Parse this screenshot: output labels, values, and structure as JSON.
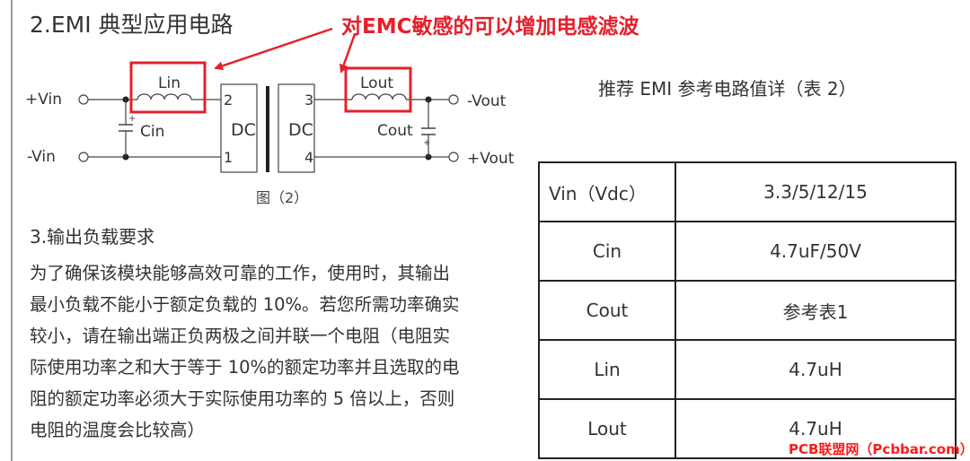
{
  "section_title": "2.EMI 典型应用电路",
  "annotation": "对EMC敏感的可以增加电感滤波",
  "colors": {
    "annotation": "#e5202b",
    "watermark": "#ff1a1a",
    "text": "#333333"
  },
  "circuit": {
    "vin_plus": "+Vin",
    "vin_minus": "-Vin",
    "lin": "Lin",
    "cin": "Cin",
    "dc_left": "DC",
    "dc_right": "DC",
    "pin2": "2",
    "pin1": "1",
    "pin3": "3",
    "pin4": "4",
    "lout": "Lout",
    "cout": "Cout",
    "vout_minus": "-Vout",
    "vout_plus": "+Vout",
    "cap_plus": "+"
  },
  "figure_caption": "图（2）",
  "sub_title": "3.输出负载要求",
  "paragraph_lines": [
    "为了确保该模块能够高效可靠的工作，使用时，其输出",
    "最小负载不能小于额定负载的 10%。若您所需功率确实",
    "较小，请在输出端正负两极之间并联一个电阻（电阻实",
    "际使用功率之和大于等于 10%的额定功率并且选取的电",
    "阻的额定功率必须大于实际使用功率的 5 倍以上，否则",
    "电阻的温度会比较高）"
  ],
  "table_title": "推荐 EMI 参考电路值详（表 2）",
  "table_rows": [
    {
      "key": "Vin（Vdc）",
      "value": "3.3/5/12/15"
    },
    {
      "key": "Cin",
      "value": "4.7uF/50V"
    },
    {
      "key": "Cout",
      "value": "参考表1"
    },
    {
      "key": "Lin",
      "value": "4.7uH"
    },
    {
      "key": "Lout",
      "value": "4.7uH"
    }
  ],
  "watermark": "PCB联盟网（Pcbbar.com）"
}
